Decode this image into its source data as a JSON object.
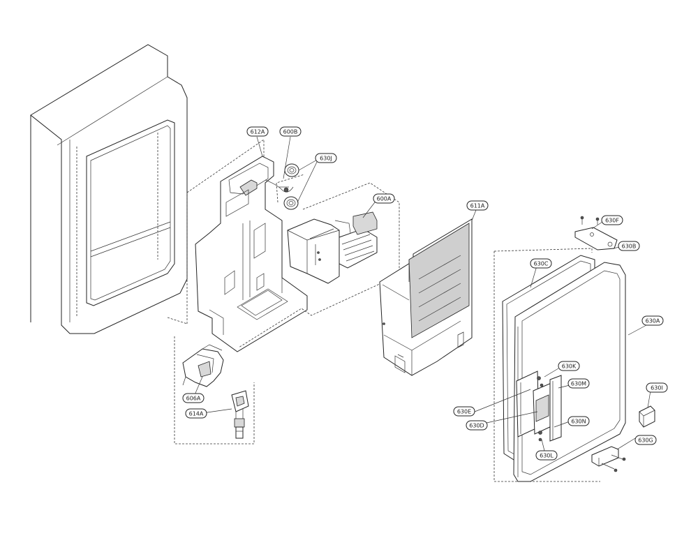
{
  "labels": {
    "p612A": "612A",
    "p600B": "600B",
    "p630J": "630J",
    "p600A": "600A",
    "p611A": "611A",
    "p630F": "630F",
    "p630B": "630B",
    "p630C": "630C",
    "p630A": "630A",
    "p630K": "630K",
    "p630M": "630M",
    "p630I": "630I",
    "p630E": "630E",
    "p630D": "630D",
    "p630N": "630N",
    "p630G": "630G",
    "p630L": "630L",
    "p606A": "606A",
    "p614A": "614A"
  }
}
